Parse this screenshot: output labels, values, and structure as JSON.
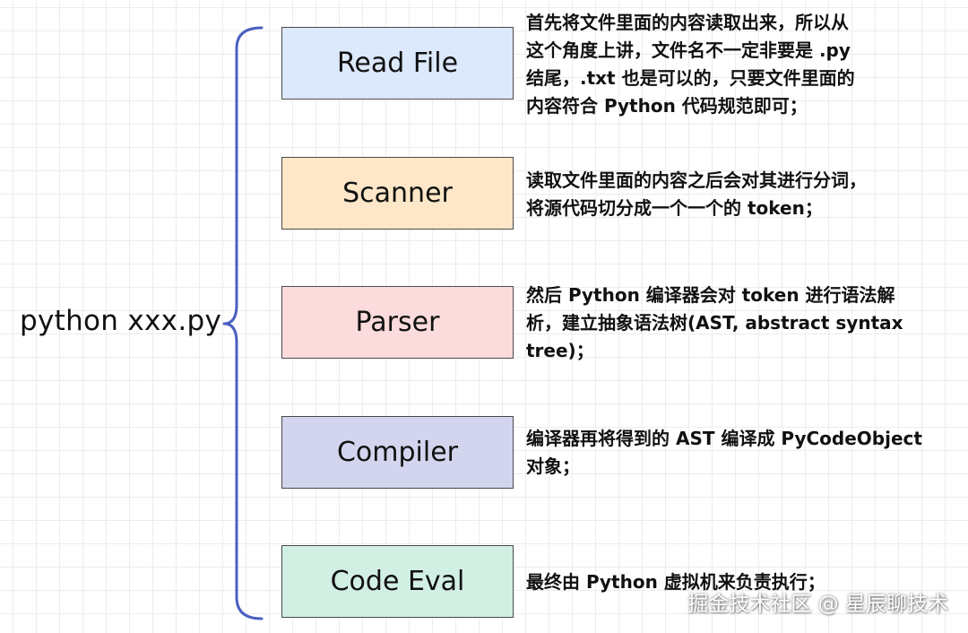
{
  "root": {
    "label": "python xxx.py"
  },
  "brace_color": "#4a5fc1",
  "stages": [
    {
      "label": "Read File",
      "fill": "#dce8fb",
      "desc": [
        "首先将文件里面的内容读取出来，所以从",
        "这个角度上讲，文件名不一定非要是 .py",
        "结尾，.txt 也是可以的，只要文件里面的",
        "内容符合 Python 代码规范即可；"
      ]
    },
    {
      "label": "Scanner",
      "fill": "#fde7c8",
      "desc": [
        "读取文件里面的内容之后会对其进行分词，",
        "将源代码切分成一个一个的 token；"
      ]
    },
    {
      "label": "Parser",
      "fill": "#fbdbdc",
      "desc": [
        "然后 Python 编译器会对 token 进行语法解",
        "析，建立抽象语法树(AST, abstract syntax",
        "tree)；"
      ]
    },
    {
      "label": "Compiler",
      "fill": "#d3d5ee",
      "desc": [
        "编译器再将得到的 AST 编译成 PyCodeObject",
        "对象；"
      ]
    },
    {
      "label": "Code Eval",
      "fill": "#d2efe3",
      "desc": [
        "最终由 Python 虚拟机来负责执行；"
      ]
    }
  ],
  "watermark": "掘金技术社区 @ 星辰聊技术"
}
